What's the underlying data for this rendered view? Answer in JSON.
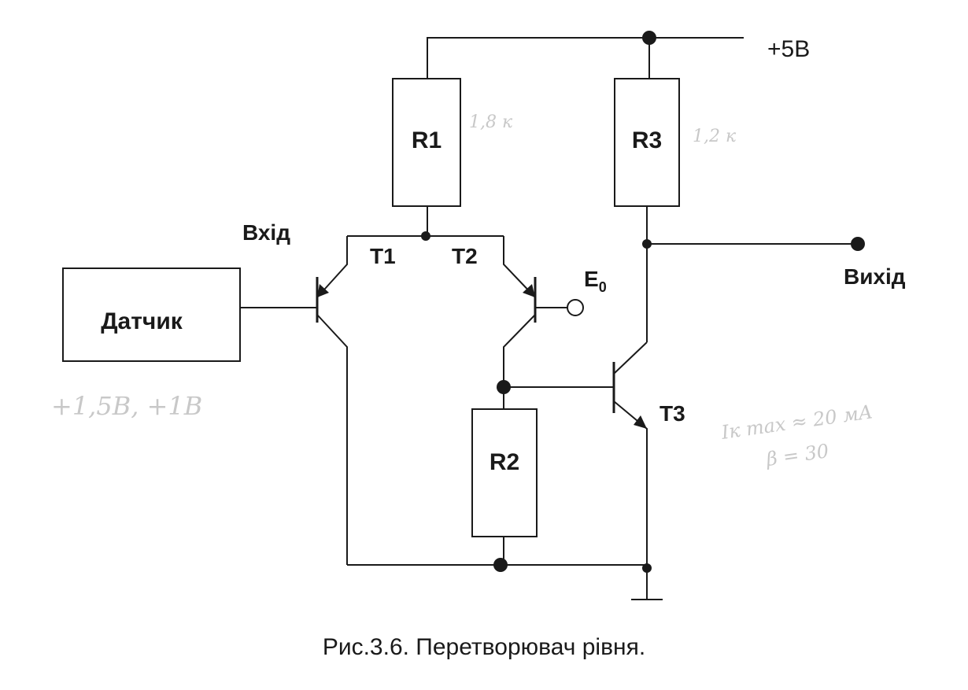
{
  "diagram": {
    "supply_label": "+5В",
    "input_label": "Вхід",
    "output_label": "Вихід",
    "reference_label": "E",
    "reference_subscript": "0",
    "sensor_label": "Датчик",
    "resistors": {
      "r1": "R1",
      "r2": "R2",
      "r3": "R3"
    },
    "transistors": {
      "t1": "T1",
      "t2": "T2",
      "t3": "T3"
    },
    "handwritten_notes": {
      "r1_value": "1,8 к",
      "r3_value": "1,2 к",
      "sensor_levels": "+1,5В, +1В",
      "t3_params_line1": "Ік max ≈ 20 мА",
      "t3_params_line2": "β = 30"
    }
  },
  "caption": "Рис.3.6. Перетворювач рівня."
}
